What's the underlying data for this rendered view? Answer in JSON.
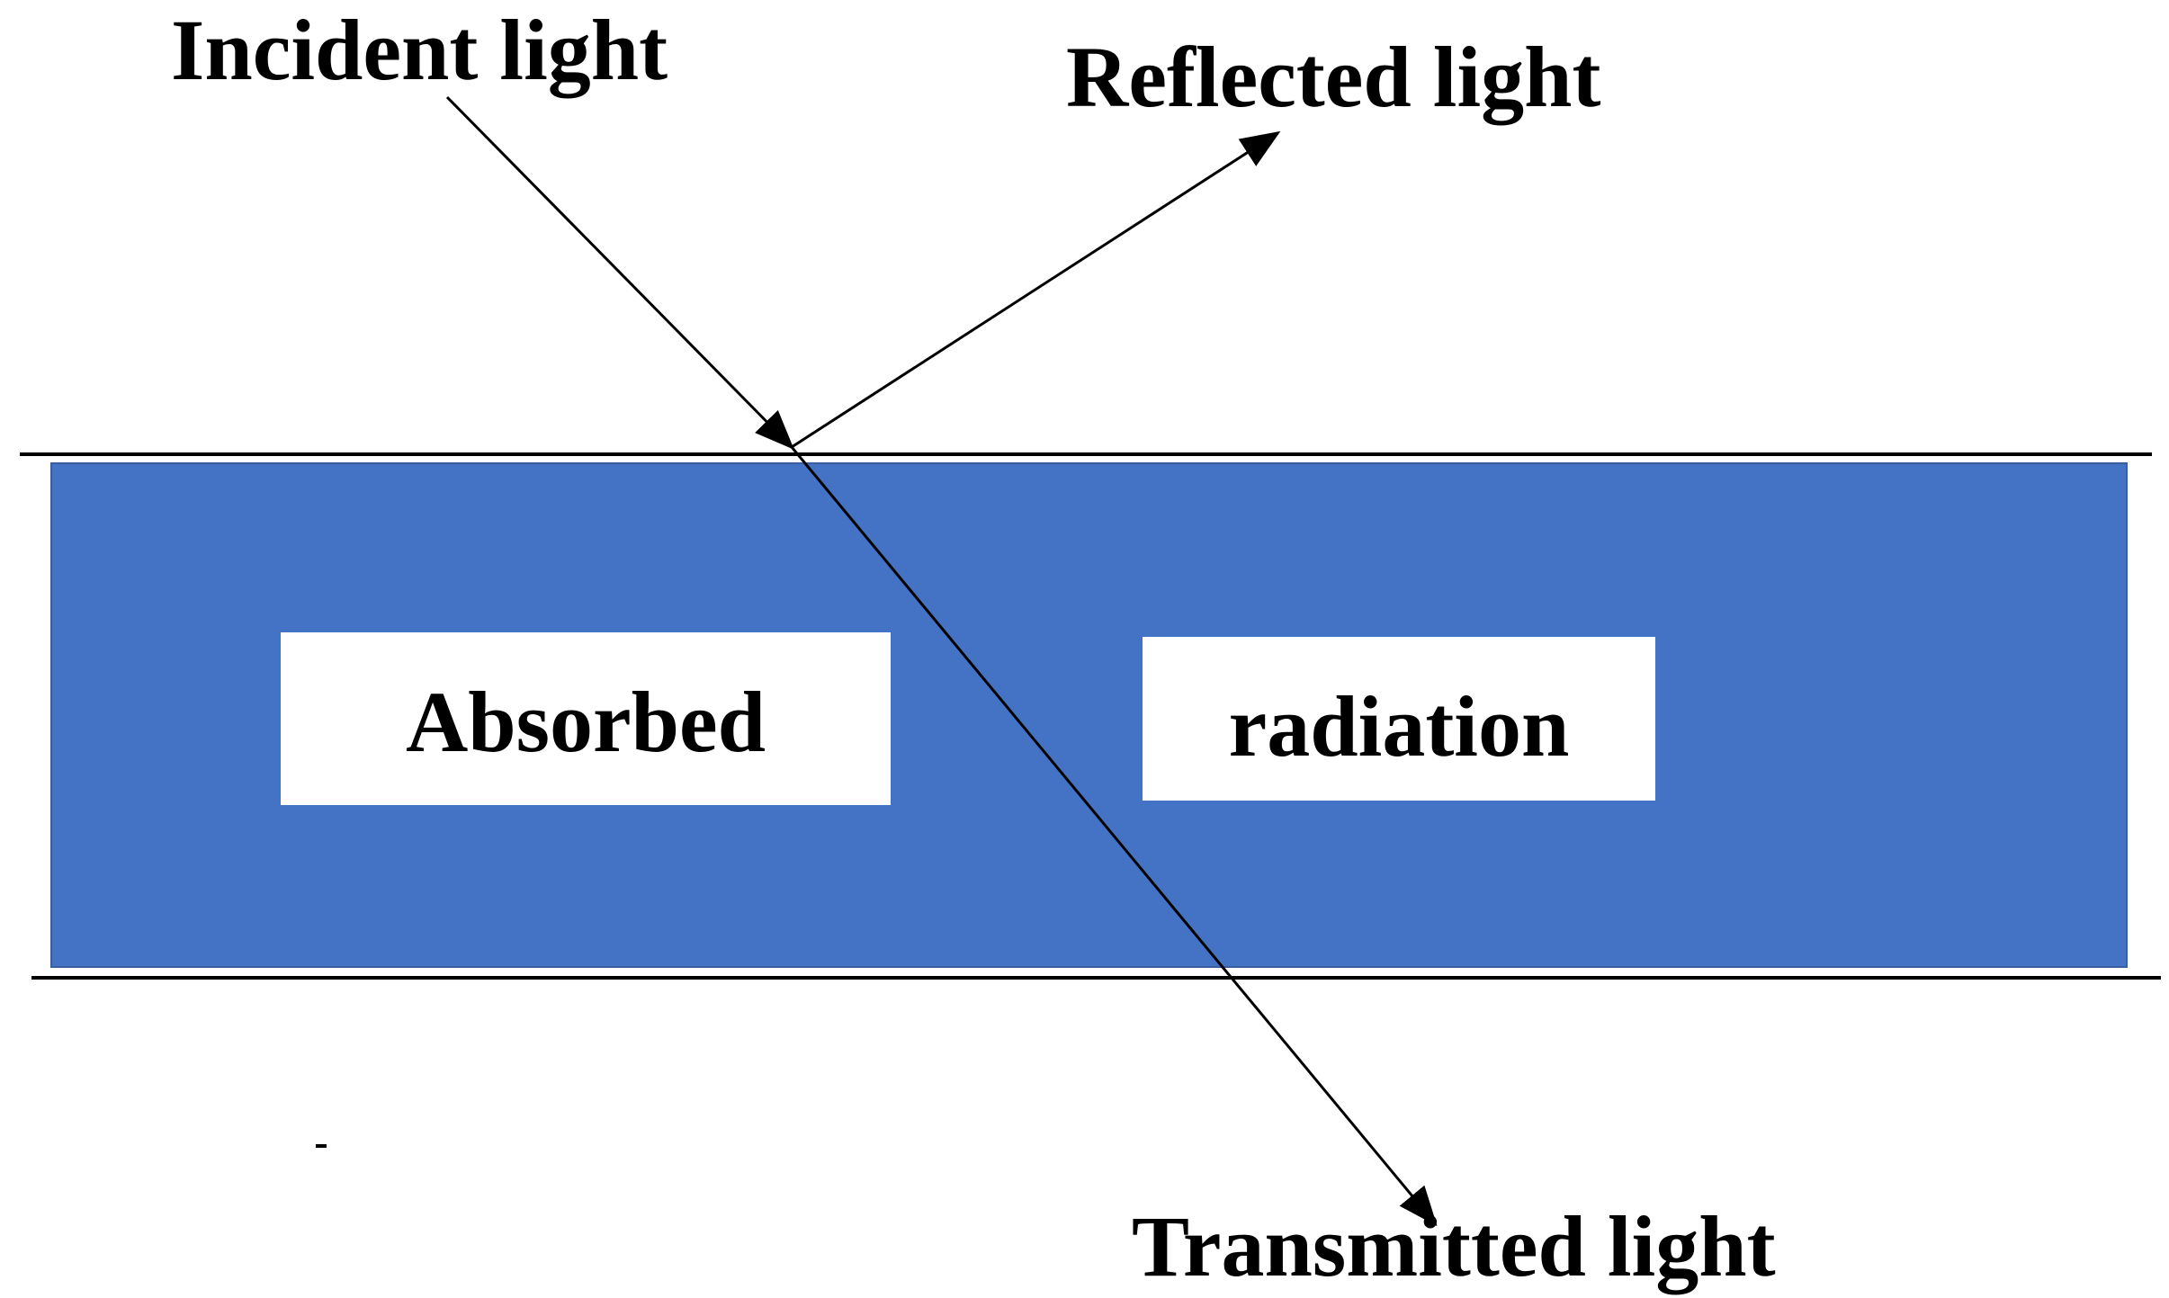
{
  "labels": {
    "incident": "Incident light",
    "reflected": "Reflected light",
    "absorbed": "Absorbed",
    "radiation": "radiation",
    "transmitted": "Transmitted light"
  },
  "colors": {
    "medium": "#4472C4",
    "label_box": "#ffffff",
    "lines": "#000000"
  }
}
